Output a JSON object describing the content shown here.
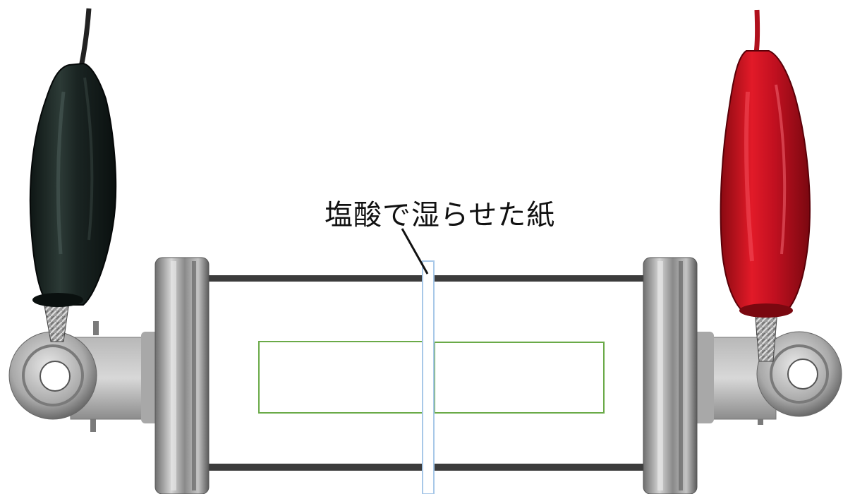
{
  "diagram": {
    "label": "塩酸で湿らせた紙",
    "components": [
      {
        "name": "black-alligator-clip",
        "color": "#1e2826"
      },
      {
        "name": "red-alligator-clip",
        "color": "#cc1020"
      },
      {
        "name": "left-binder-clip",
        "color": "#9a9a9a"
      },
      {
        "name": "right-binder-clip",
        "color": "#9a9a9a"
      },
      {
        "name": "paper-strip",
        "color": "#a8c8e8"
      },
      {
        "name": "filter-paper-left",
        "color": "#6aaa48"
      },
      {
        "name": "filter-paper-right",
        "color": "#6aaa48"
      }
    ]
  }
}
